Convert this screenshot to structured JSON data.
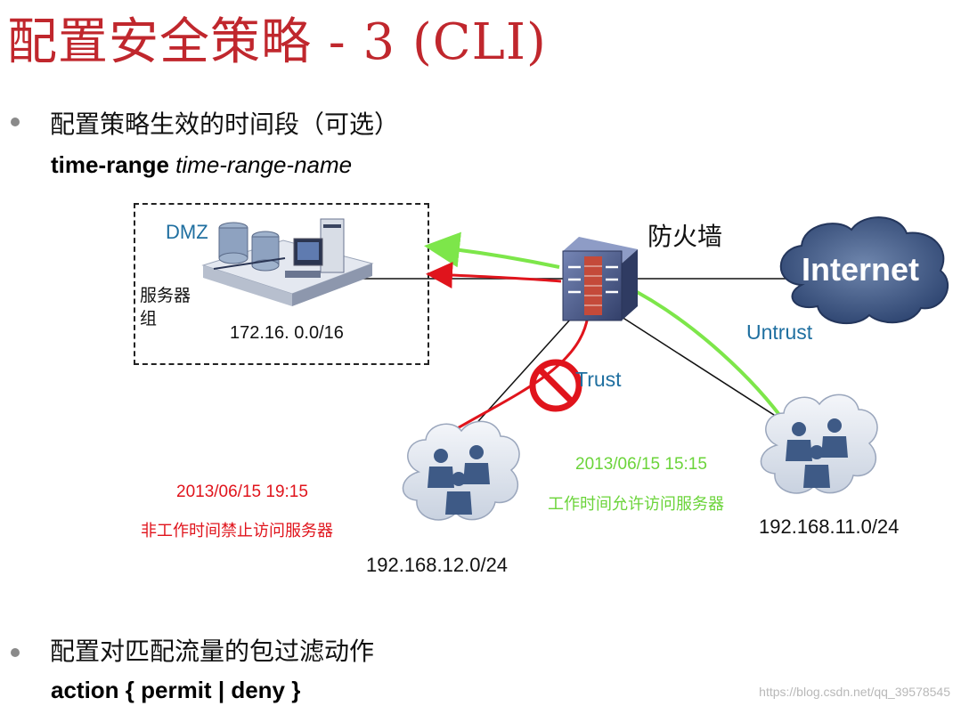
{
  "title": {
    "main": "配置安全策略",
    "suffix": " - 3 (CLI)"
  },
  "bullets": [
    {
      "text": "配置策略生效的时间段（可选）",
      "command_keyword": "time-range",
      "command_param": "time-range-name"
    },
    {
      "text": "配置对匹配流量的包过滤动作",
      "command_keyword": "action { permit | deny }"
    }
  ],
  "diagram": {
    "dmz_label": "DMZ",
    "server_group_label": "服务器\n组",
    "dmz_subnet": "172.16. 0.0/16",
    "firewall_label": "防火墙",
    "internet_label": "Internet",
    "untrust_label": "Untrust",
    "trust_label": "Trust",
    "trust_subnet": "192.168.12.0/24",
    "untrust_subnet": "192.168.11.0/24",
    "deny_time": "2013/06/15 19:15",
    "deny_note": "非工作时间禁止访问服务器",
    "permit_time": "2013/06/15 15:15",
    "permit_note": "工作时间允许访问服务器"
  },
  "colors": {
    "title": "#c0272d",
    "deny": "#e0141c",
    "permit": "#7de64a",
    "zone_label": "#1f6fa0",
    "cloud": "#3d5a86",
    "firewall": "#4a5a8a"
  },
  "watermark": "https://blog.csdn.net/qq_39578545"
}
